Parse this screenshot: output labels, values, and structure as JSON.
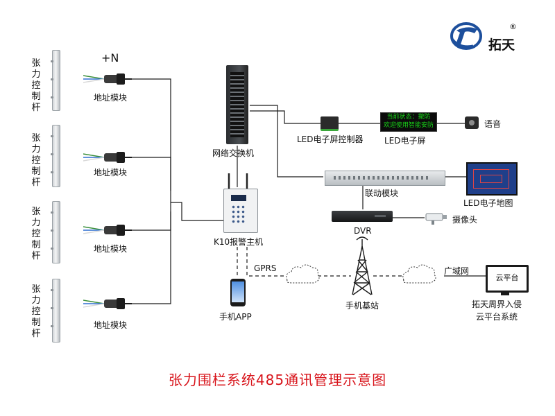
{
  "logo": {
    "brand": "拓天",
    "registered": "®"
  },
  "poles": {
    "label_chars": [
      "张",
      "力",
      "控",
      "制",
      "杆"
    ]
  },
  "nodes": {
    "plus_n": "+N",
    "address_module": "地址模块",
    "network_switch": "网络交换机",
    "led_screen_controller": "LED电子屏控制器",
    "led_screen": "LED电子屏",
    "voice": "语音",
    "linkage_module": "联动模块",
    "led_map": "LED电子地图",
    "dvr": "DVR",
    "camera": "摄像头",
    "alarm_host": "K10报警主机",
    "gprs": "GPRS",
    "mobile_app": "手机APP",
    "base_station": "手机基站",
    "wan": "广域网",
    "cloud_platform": "云平台",
    "cloud_system_line1": "拓天周界入侵",
    "cloud_system_line2": "云平台系统"
  },
  "led_display": {
    "line1": "当前状态：撤防",
    "line2": "欢迎使用智能安防"
  },
  "caption": "张力围栏系统485通讯管理示意图",
  "colors": {
    "caption": "#d8141b",
    "led_text": "#18d318",
    "logo_blue": "#1d4f9c"
  }
}
